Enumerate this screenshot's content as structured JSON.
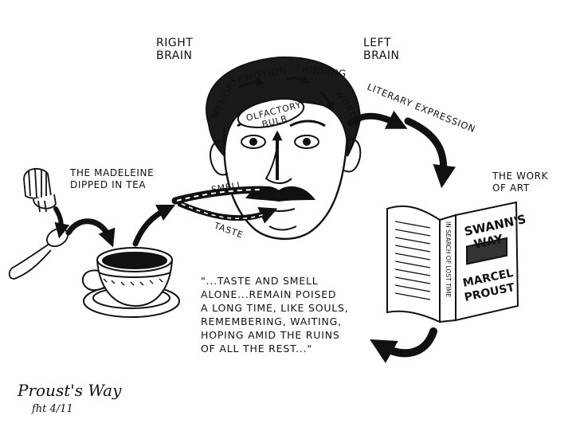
{
  "labels": {
    "right_brain_1": "RIGHT",
    "right_brain_2": "BRAIN",
    "left_brain_1": "LEFT",
    "left_brain_2": "BRAIN",
    "madeleine_1": "THE MADELEINE",
    "madeleine_2": "DIPPED IN TEA",
    "work_of_art_1": "THE WORK",
    "work_of_art_2": "OF ART",
    "literary_expression": "LITERARY EXPRESSION",
    "smell": "SMELL",
    "taste": "TASTE",
    "memory": "MEMORY",
    "emotion": "EMOTION",
    "thinking": "THINKING",
    "words": "WORDS",
    "olfactory": "OLFACTORY",
    "bulb": "BULB"
  },
  "book": {
    "title_1": "SWANN'S",
    "title_2": "WAY",
    "author_1": "MARCEL",
    "author_2": "PROUST",
    "spine": "IN SEARCH OF LOST TIME"
  },
  "quote": [
    "\"...TASTE AND SMELL",
    "ALONE...REMAIN POISED",
    "A LONG TIME, LIKE SOULS,",
    "REMEMBERING, WAITING,",
    "HOPING AMID THE RUINS",
    "OF ALL THE REST...\""
  ],
  "signature": {
    "title": "Proust's Way",
    "initials": "fht 4/11"
  }
}
